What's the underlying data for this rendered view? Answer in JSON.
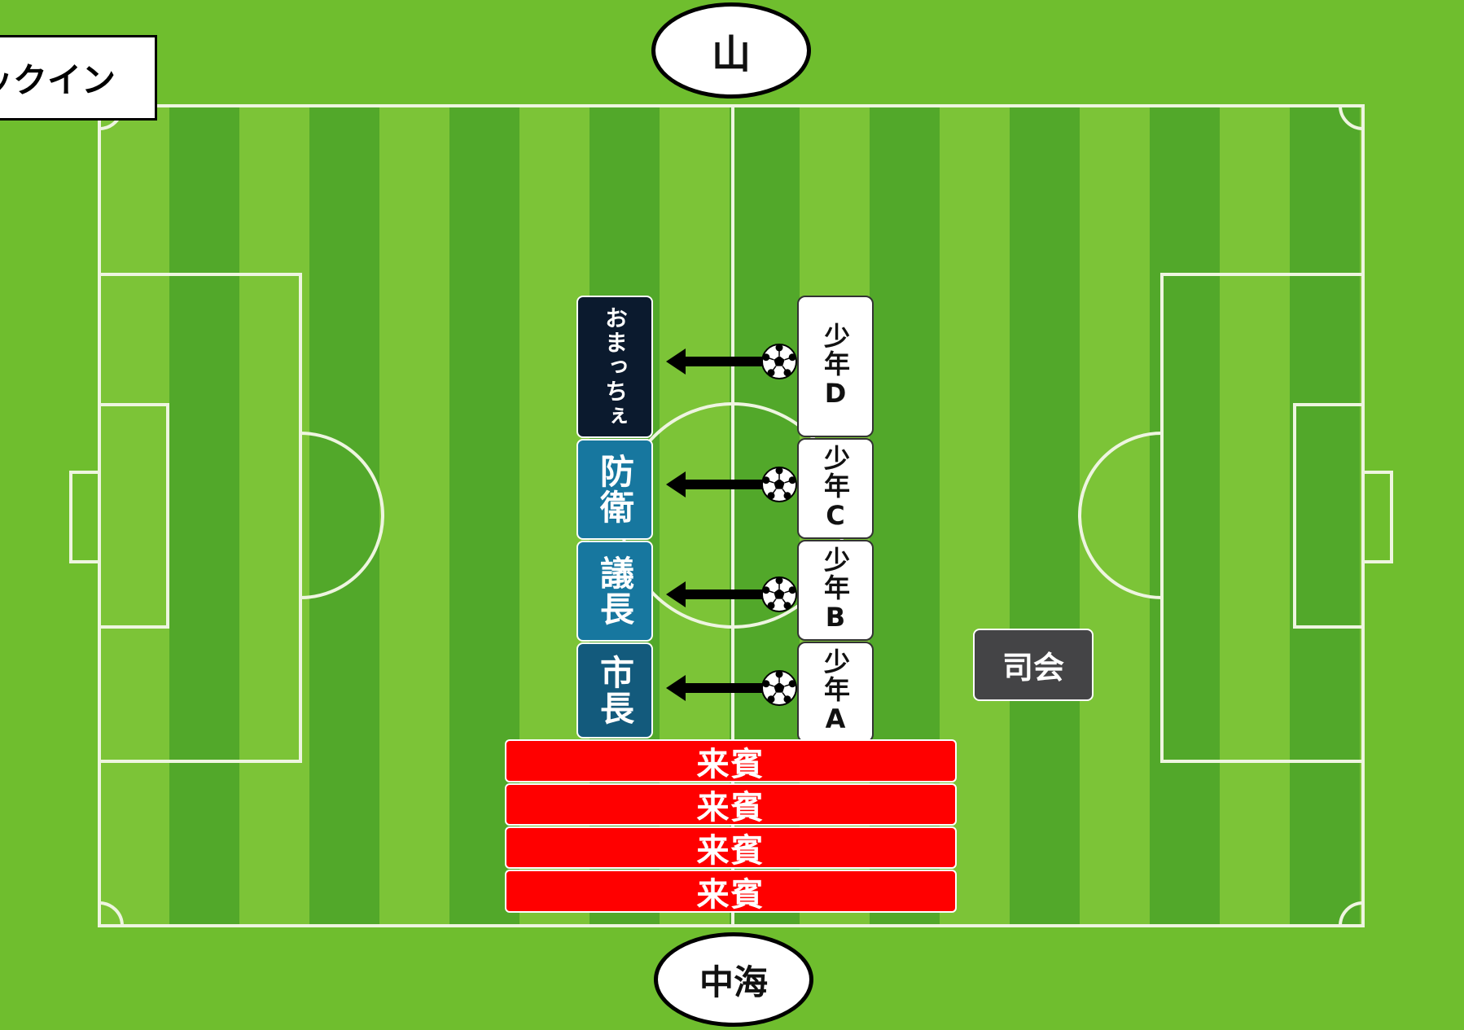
{
  "corner_label": "ックイン",
  "top_oval": "山",
  "bottom_oval": "中海",
  "left_column": [
    {
      "text": "おまっちぇ",
      "style": "dark"
    },
    {
      "text": "防衛",
      "style": "blue"
    },
    {
      "text": "議長",
      "style": "blue"
    },
    {
      "text": "市長",
      "style": "navy"
    }
  ],
  "right_column": [
    {
      "text": "少年D"
    },
    {
      "text": "少年C"
    },
    {
      "text": "少年B"
    },
    {
      "text": "少年A"
    }
  ],
  "guests": [
    "来賓",
    "来賓",
    "来賓",
    "来賓"
  ],
  "host": "司会",
  "icons": {
    "ball": "soccer-ball-icon",
    "arrow": "arrow-left-icon"
  },
  "colors": {
    "grass_light": "#7cc437",
    "grass_dark": "#52a82a",
    "line": "#eef5e0",
    "guest_red": "#ff0000",
    "official_blue": "#17779f",
    "mayor_navy": "#135a7c",
    "mascot_dark": "#0b1a2e",
    "host_grey": "#444446"
  }
}
